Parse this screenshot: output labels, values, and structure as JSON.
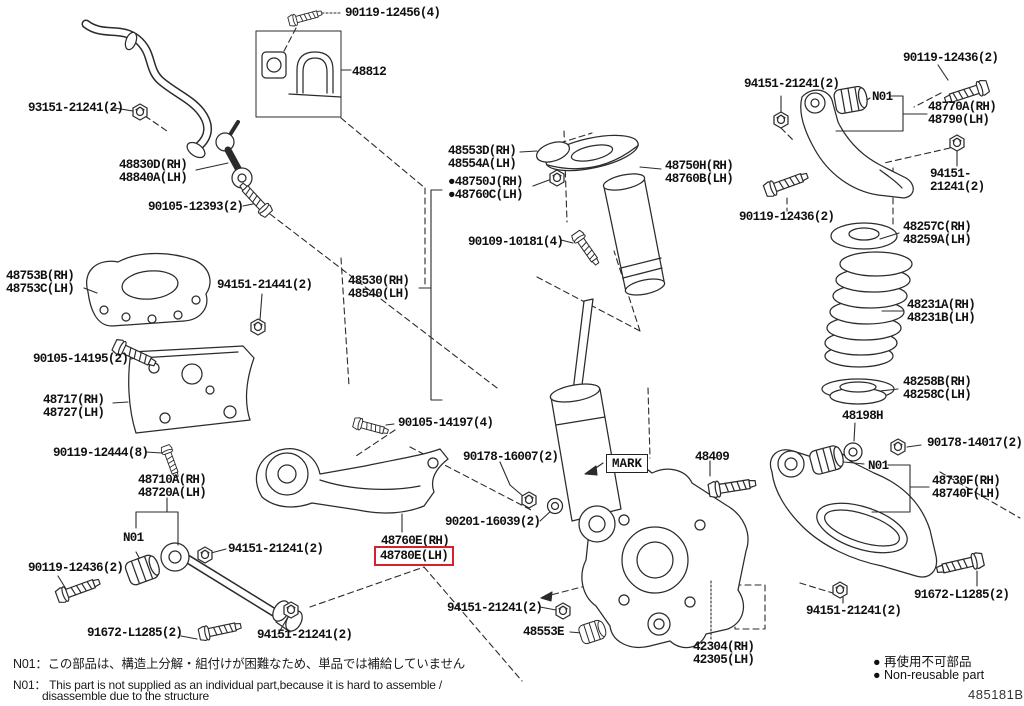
{
  "page": {
    "background": "#ffffff",
    "line_color": "#2b2b2b",
    "highlight_color": "#d2232a"
  },
  "diagram": {
    "code": "485181B",
    "mark_box_label": "MARK",
    "highlighted_part": "48780E(LH)",
    "labels": {
      "l01": "90119-12456(4)",
      "l02": "48812",
      "l03": "93151-21241(2)",
      "l04": "48830D(RH)\n48840A(LH)",
      "l05": "90105-12393(2)",
      "l06": "48753B(RH)\n48753C(LH)",
      "l07": "94151-21441(2)",
      "l08": "90105-14195(2)",
      "l09": "48717(RH)\n48727(LH)",
      "l10": "90119-12444(8)",
      "l11": "48710A(RH)\n48720A(LH)",
      "l12": "N01",
      "l13": "90119-12436(2)",
      "l14": "91672-L1285(2)",
      "l15": "94151-21241(2)",
      "l16": "94151-21241(2)",
      "l17": "48553D(RH)\n48554A(LH)",
      "l18": "●48750J(RH)\n●48760C(LH)",
      "l19": "90109-10181(4)",
      "l20": "48530(RH)\n48540(LH)",
      "l21": "48750H(RH)\n48760B(LH)",
      "l22": "94151-21241(2)",
      "l23": "90119-12436(2)",
      "l24": "N01",
      "l25": "48770A(RH)\n48790(LH)",
      "l26": "94151-21241(2)",
      "l27": "90119-12436(2)",
      "l28": "48257C(RH)\n48259A(LH)",
      "l29": "48231A(RH)\n48231B(LH)",
      "l30": "48258B(RH)\n48258C(LH)",
      "l31": "48198H",
      "l32": "90178-14017(2)",
      "l33": "N01",
      "l34": "48730F(RH)\n48740F(LH)",
      "l35": "90105-14197(4)",
      "l36": "90178-16007(2)",
      "l37": "90201-16039(2)",
      "l38": "48409",
      "l39a": "48760E(RH)",
      "l39b": "48780E(LH)",
      "l40": "48553E",
      "l41": "42304(RH)\n42305(LH)",
      "l42": "91672-L1285(2)",
      "l43": "94151-21241(2)",
      "l44": "94151-21241(2)"
    },
    "legend": {
      "non_reusable_jp": "● 再使用不可部品",
      "non_reusable_en": "● Non-reusable part"
    },
    "footnotes": {
      "jp": "N01：この部品は、構造上分解・組付けが困難なため、単品では補給していません",
      "en_line1": "N01： This part is not supplied as an individual part,because it is hard to assemble /",
      "en_line2": "disassemble due to the structure"
    }
  }
}
